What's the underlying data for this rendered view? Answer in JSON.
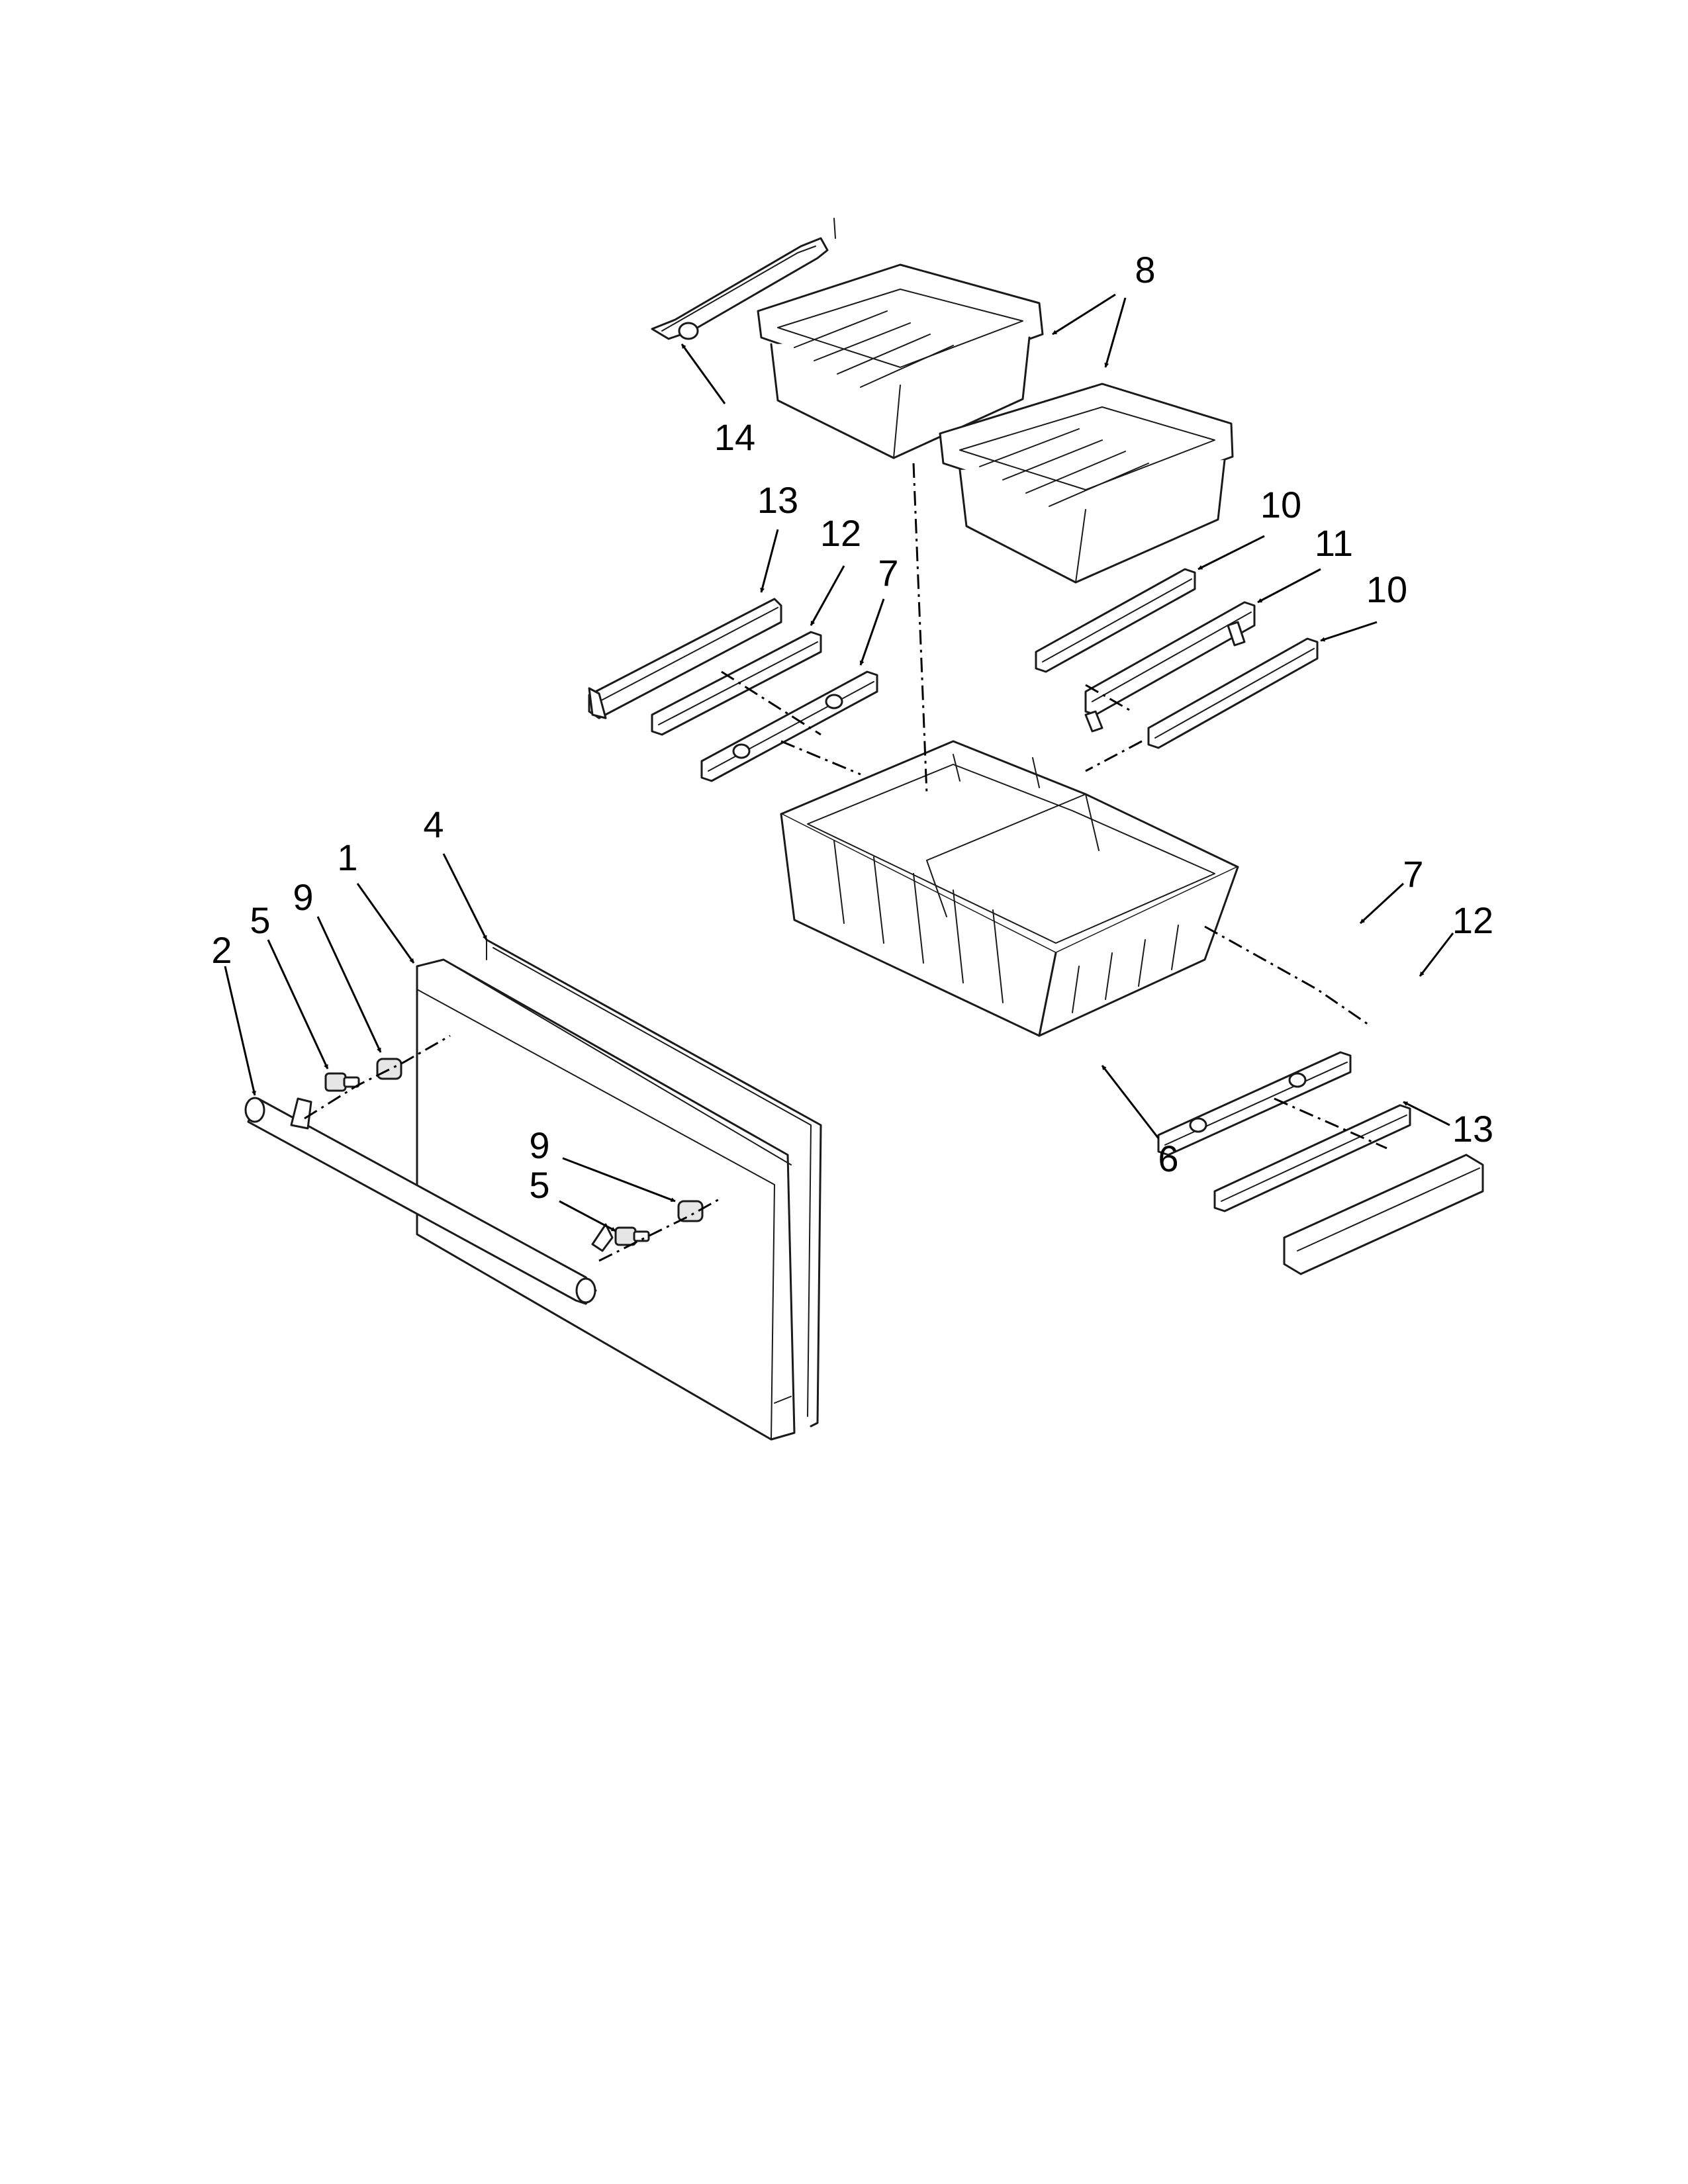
{
  "callouts": {
    "c1": "1",
    "c2": "2",
    "c4": "4",
    "c5a": "5",
    "c5b": "5",
    "c6": "6",
    "c7a": "7",
    "c7b": "7",
    "c8": "8",
    "c9a": "9",
    "c9b": "9",
    "c10a": "10",
    "c10b": "10",
    "c11": "11",
    "c12a": "12",
    "c12b": "12",
    "c13a": "13",
    "c13b": "13",
    "c14": "14"
  }
}
